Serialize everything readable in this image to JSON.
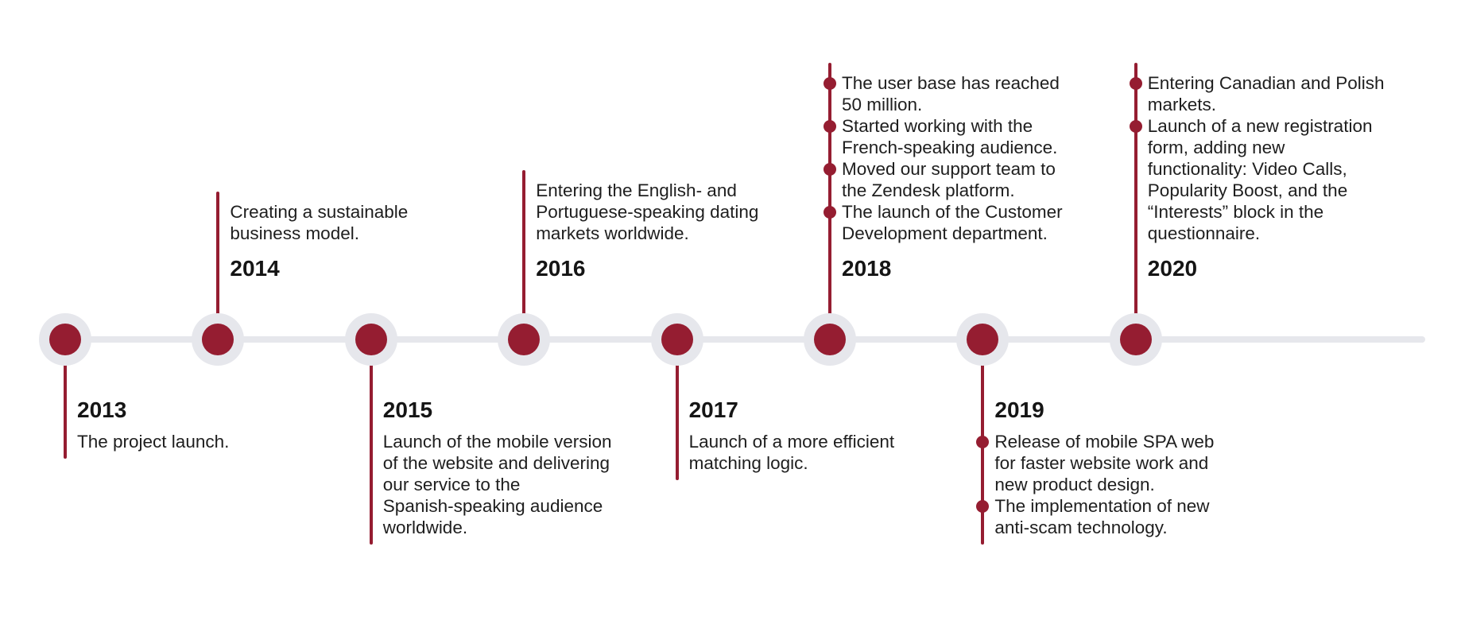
{
  "colors": {
    "accent": "#951d31",
    "track": "#e6e7ec",
    "text": "#1e1e1e"
  },
  "timeline": {
    "events": [
      {
        "year": "2013",
        "position": "below",
        "items": [
          "The project launch."
        ]
      },
      {
        "year": "2014",
        "position": "above",
        "items": [
          "Creating a sustainable\nbusiness model."
        ]
      },
      {
        "year": "2015",
        "position": "below",
        "items": [
          "Launch of the mobile version\nof the website and delivering\nour service to the\nSpanish-speaking audience\nworldwide."
        ]
      },
      {
        "year": "2016",
        "position": "above",
        "items": [
          "Entering the English- and\nPortuguese-speaking dating\nmarkets worldwide."
        ]
      },
      {
        "year": "2017",
        "position": "below",
        "items": [
          "Launch of a more efficient\nmatching logic."
        ]
      },
      {
        "year": "2018",
        "position": "above",
        "items": [
          "The user base has reached\n50 million.",
          "Started working with the\nFrench-speaking audience.",
          "Moved our support team to\nthe Zendesk platform.",
          "The launch of the Customer\nDevelopment department."
        ]
      },
      {
        "year": "2019",
        "position": "below",
        "items": [
          "Release of mobile SPA web\nfor faster website work and\nnew product design.",
          "The implementation of new\nanti-scam technology."
        ]
      },
      {
        "year": "2020",
        "position": "above",
        "items": [
          "Entering Canadian and Polish\nmarkets.",
          "Launch of a new registration\nform, adding new\nfunctionality: Video Calls,\nPopularity Boost, and the\n“Interests” block in the\nquestionnaire."
        ]
      }
    ]
  }
}
